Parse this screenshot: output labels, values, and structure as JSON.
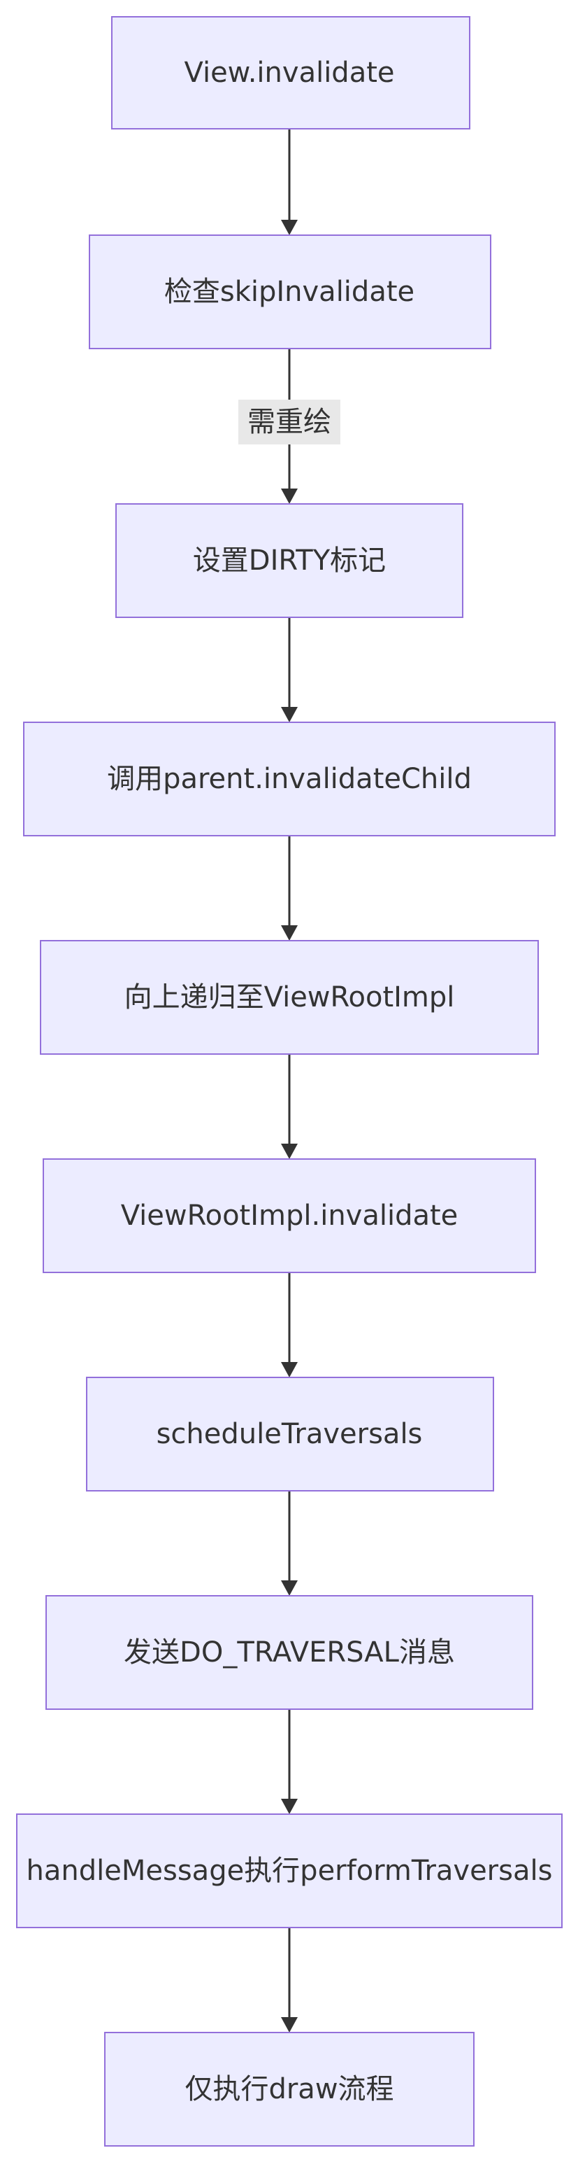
{
  "diagram": {
    "type": "flowchart",
    "direction": "top-to-bottom",
    "colors": {
      "node_fill": "#ECECFF",
      "node_stroke": "#9370DB",
      "text": "#333333",
      "edge": "#333333",
      "edge_label_bg": "#E8E8E8"
    },
    "nodes": [
      {
        "id": "n1",
        "label": "View.invalidate"
      },
      {
        "id": "n2",
        "label": "检查skipInvalidate"
      },
      {
        "id": "n3",
        "label": "设置DIRTY标记"
      },
      {
        "id": "n4",
        "label": "调用parent.invalidateChild"
      },
      {
        "id": "n5",
        "label": "向上递归至ViewRootImpl"
      },
      {
        "id": "n6",
        "label": "ViewRootImpl.invalidate"
      },
      {
        "id": "n7",
        "label": "scheduleTraversals"
      },
      {
        "id": "n8",
        "label": "发送DO_TRAVERSAL消息"
      },
      {
        "id": "n9",
        "label": "handleMessage执行performTraversals"
      },
      {
        "id": "n10",
        "label": "仅执行draw流程"
      }
    ],
    "edges": [
      {
        "from": "n1",
        "to": "n2",
        "label": ""
      },
      {
        "from": "n2",
        "to": "n3",
        "label": "需重绘"
      },
      {
        "from": "n3",
        "to": "n4",
        "label": ""
      },
      {
        "from": "n4",
        "to": "n5",
        "label": ""
      },
      {
        "from": "n5",
        "to": "n6",
        "label": ""
      },
      {
        "from": "n6",
        "to": "n7",
        "label": ""
      },
      {
        "from": "n7",
        "to": "n8",
        "label": ""
      },
      {
        "from": "n8",
        "to": "n9",
        "label": ""
      },
      {
        "from": "n9",
        "to": "n10",
        "label": ""
      }
    ]
  }
}
